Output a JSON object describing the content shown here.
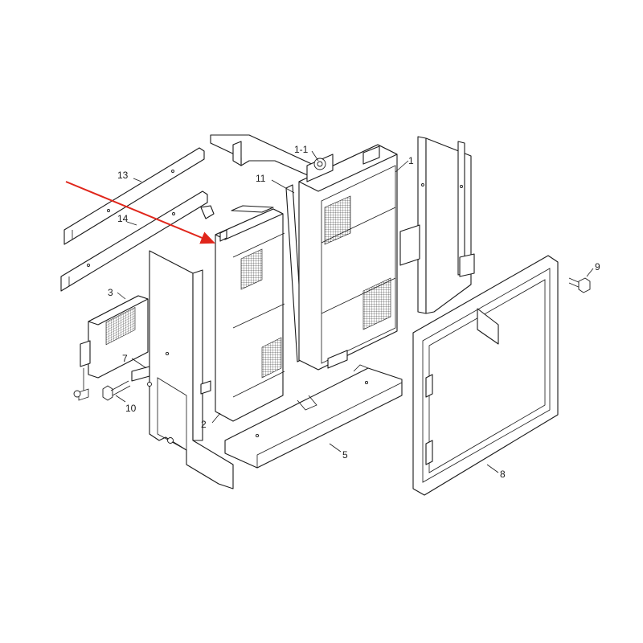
{
  "callouts": [
    {
      "id": "c-1-1",
      "text": "1-1"
    },
    {
      "id": "c-1",
      "text": "1"
    },
    {
      "id": "c-11",
      "text": "11"
    },
    {
      "id": "c-13",
      "text": "13"
    },
    {
      "id": "c-14",
      "text": "14"
    },
    {
      "id": "c-3",
      "text": "3"
    },
    {
      "id": "c-7",
      "text": "7"
    },
    {
      "id": "c-10",
      "text": "10"
    },
    {
      "id": "c-2",
      "text": "2"
    },
    {
      "id": "c-5",
      "text": "5"
    },
    {
      "id": "c-9",
      "text": "9"
    },
    {
      "id": "c-8",
      "text": "8"
    }
  ],
  "colors": {
    "line": "#1a1a1a",
    "highlight_arrow": "#e0261b",
    "background": "#ffffff"
  }
}
